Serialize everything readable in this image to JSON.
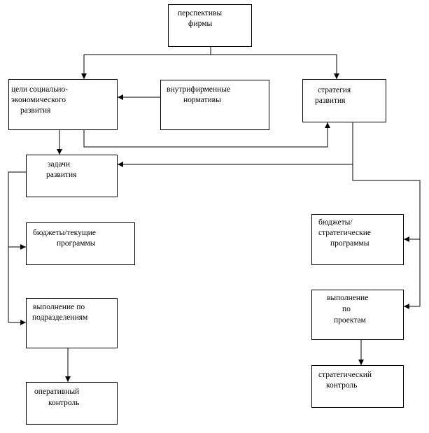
{
  "diagram": {
    "boxes": {
      "prospects": {
        "lines": [
          "перспективы",
          "фирмы"
        ]
      },
      "goals": {
        "lines": [
          "цели социально-",
          "экономического",
          "развития"
        ]
      },
      "internal_norms": {
        "lines": [
          "внутрифирменные",
          "нормативы"
        ]
      },
      "strategy": {
        "lines": [
          "стратегия",
          "развития"
        ]
      },
      "tasks": {
        "lines": [
          "задачи",
          "развития"
        ]
      },
      "current_budgets": {
        "lines": [
          "бюджеты/текущие",
          "программы"
        ]
      },
      "dept_execution": {
        "lines": [
          "выполнение по",
          "подразделениям"
        ]
      },
      "operational_control": {
        "lines": [
          "оперативный",
          "контроль"
        ]
      },
      "strategic_budgets": {
        "lines": [
          "бюджеты/",
          "стратегические",
          "программы"
        ]
      },
      "project_execution": {
        "lines": [
          "выполнение",
          "по",
          "проектам"
        ]
      },
      "strategic_control": {
        "lines": [
          "стратегический",
          "контроль"
        ]
      }
    },
    "stroke_color": "#000000",
    "fill_color": "#ffffff"
  }
}
